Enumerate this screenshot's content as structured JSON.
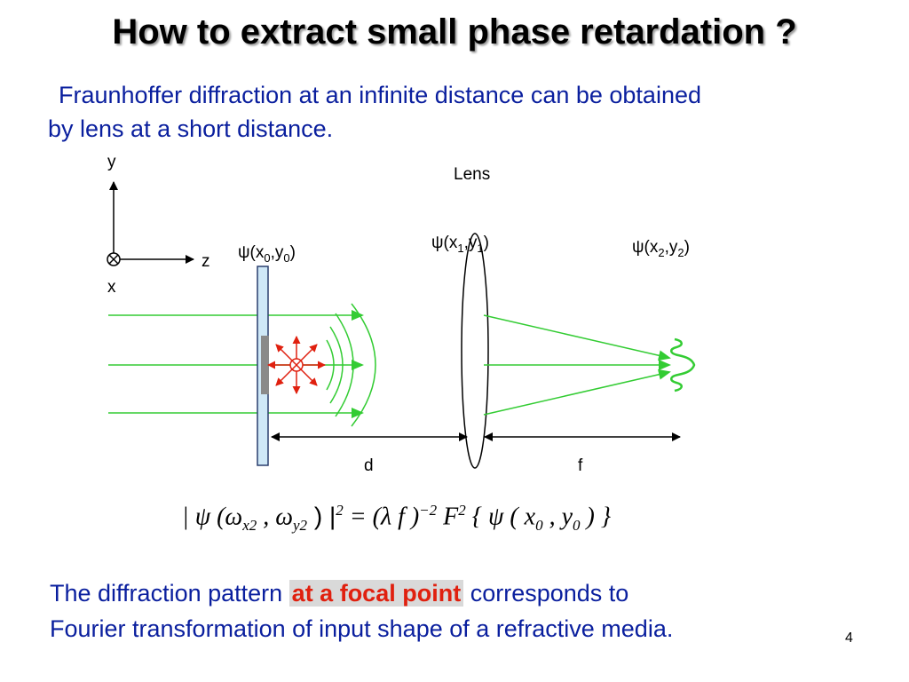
{
  "slide": {
    "title": "How to extract small phase retardation ?",
    "intro_line1": "Fraunhoffer diffraction at an infinite distance can be obtained",
    "intro_line2": "by lens at a short distance.",
    "page_number": "4"
  },
  "diagram": {
    "axis_y": "y",
    "axis_z": "z",
    "axis_x": "x",
    "lens_label": "Lens",
    "psi_symbol": "ψ",
    "plane0": {
      "args": "(x",
      "sub1": "0",
      "mid": ",y",
      "sub2": "0",
      "end": ")"
    },
    "plane1": {
      "args": "(x",
      "sub1": "1",
      "mid": ",y",
      "sub2": "1",
      "end": ")"
    },
    "plane2": {
      "args": "(x",
      "sub1": "2",
      "mid": ",y",
      "sub2": "2",
      "end": ")"
    },
    "distance_d": "d",
    "distance_f": "f",
    "colors": {
      "beam": "#33cc33",
      "source": "#e0200f",
      "text_blue": "#0a1f9e",
      "plate": "#cfe8f7"
    }
  },
  "equation": {
    "p1": "| ψ (ω",
    "s1": "x2",
    "p2": " , ω",
    "s2": "y2",
    "p3": " ) |",
    "sup1": "2",
    "p4": " = (λ f )",
    "sup2": "−2",
    "p5": " F",
    "sup3": "2",
    "p6": " { ψ ( x",
    "s3": "0",
    "p7": " , y",
    "s4": "0",
    "p8": " ) }"
  },
  "conclusion": {
    "pre": "The diffraction pattern ",
    "highlight": "at a focal point",
    "post": " corresponds to",
    "line2": "Fourier transformation of input shape of a refractive media."
  }
}
